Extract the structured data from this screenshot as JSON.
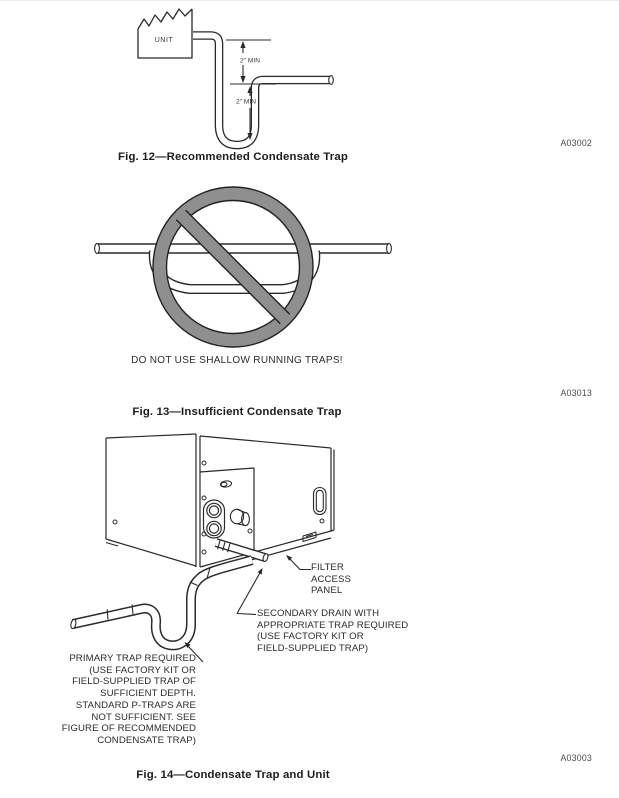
{
  "colors": {
    "prohibition_gray": "#8f8f8f",
    "line": "#2a2a2a",
    "code_text": "#4a4a4a"
  },
  "figures": [
    {
      "id": "fig12",
      "caption": "Fig. 12—Recommended Condensate Trap",
      "code": "A03002",
      "diagram": {
        "unit_label": "UNIT",
        "dim_top": "2\" MIN",
        "dim_bottom": "2\" MIN"
      }
    },
    {
      "id": "fig13",
      "caption": "Fig. 13—Insufficient Condensate Trap",
      "code": "A03013",
      "warning": "DO NOT USE SHALLOW RUNNING TRAPS!"
    },
    {
      "id": "fig14",
      "caption": "Fig. 14—Condensate Trap and Unit",
      "code": "A03003",
      "labels": {
        "filter": "FILTER\nACCESS\nPANEL",
        "secondary": "SECONDARY DRAIN WITH\nAPPROPRIATE TRAP REQUIRED\n(USE FACTORY KIT OR\nFIELD-SUPPLIED TRAP)",
        "primary": "PRIMARY TRAP REQUIRED\n(USE FACTORY KIT OR\nFIELD-SUPPLIED TRAP OF\nSUFFICIENT DEPTH.\nSTANDARD P-TRAPS ARE\nNOT SUFFICIENT. SEE\nFIGURE OF RECOMMENDED\nCONDENSATE TRAP)"
      }
    }
  ]
}
